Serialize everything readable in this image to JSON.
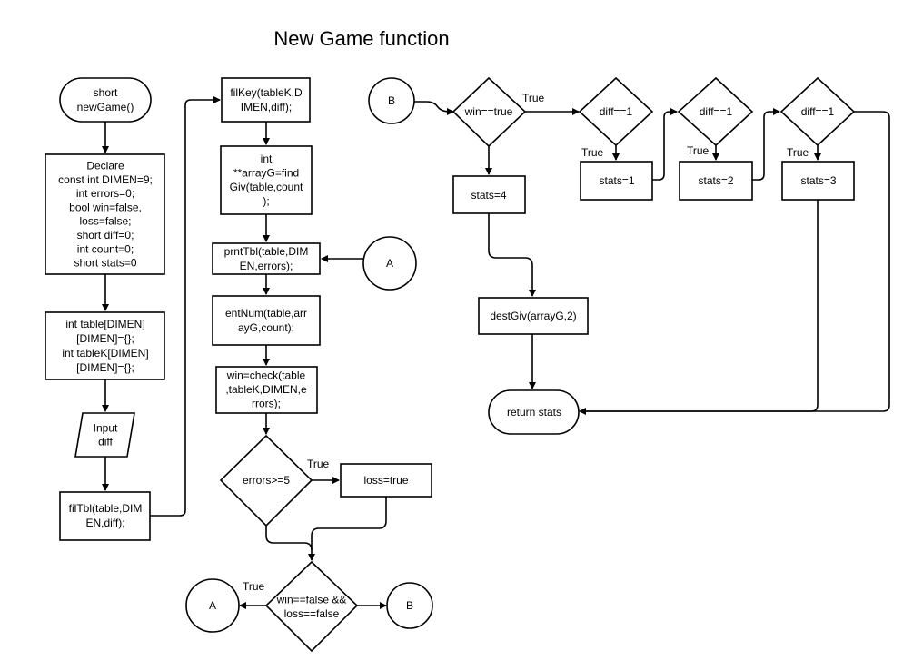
{
  "title": "New Game function",
  "nodes": {
    "start": [
      "short",
      "newGame()"
    ],
    "declare": [
      "Declare",
      "const int DIMEN=9;",
      "int errors=0;",
      "bool win=false,",
      "loss=false;",
      "short diff=0;",
      "int count=0;",
      "short stats=0"
    ],
    "table_decl": [
      "int table[DIMEN]",
      "[DIMEN]={};",
      "int tableK[DIMEN]",
      "[DIMEN]={};"
    ],
    "input_diff": [
      "Input",
      "diff"
    ],
    "filtbl": [
      "filTbl(table,DIM",
      "EN,diff);"
    ],
    "filkey": [
      "filKey(tableK,D",
      "IMEN,diff);"
    ],
    "arrayg": [
      "int",
      "**arrayG=find",
      "Giv(table,count",
      ");"
    ],
    "prnttbl": [
      "prntTbl(table,DIM",
      "EN,errors);"
    ],
    "connector_a_top": [
      "A"
    ],
    "entnum": [
      "entNum(table,arr",
      "ayG,count);"
    ],
    "check": [
      "win=check(table",
      ",tableK,DIMEN,e",
      "rrors);"
    ],
    "errors_dec": [
      "errors>=5"
    ],
    "loss_true": [
      "loss=true"
    ],
    "winloss_dec": [
      "win==false &&",
      "loss==false"
    ],
    "connector_a_bottom": [
      "A"
    ],
    "connector_b_bottom": [
      "B"
    ],
    "connector_b_top": [
      "B"
    ],
    "win_dec": [
      "win==true"
    ],
    "stats4": [
      "stats=4"
    ],
    "destgiv": [
      "destGiv(arrayG,2)"
    ],
    "return_stats": [
      "return stats"
    ],
    "diff_dec_1": [
      "diff==1"
    ],
    "stats1": [
      "stats=1"
    ],
    "diff_dec_2": [
      "diff==1"
    ],
    "stats2": [
      "stats=2"
    ],
    "diff_dec_3": [
      "diff==1"
    ],
    "stats3": [
      "stats=3"
    ]
  },
  "edge_labels": {
    "errors_true": "True",
    "winloss_true": "True",
    "win_true": "True",
    "diff1_true": "True",
    "diff2_true": "True",
    "diff3_true": "True"
  }
}
